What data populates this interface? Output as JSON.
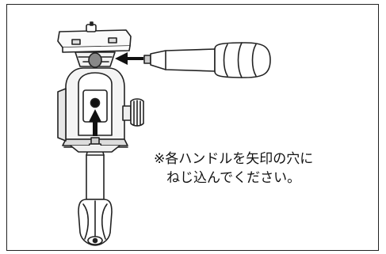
{
  "instruction": {
    "line1": "※各ハンドルを矢印の穴に",
    "line2": "ねじ込んでください。"
  },
  "illustration": {
    "subject": "camera-tripod-head-with-handles",
    "arrows": [
      "arrow-left-into-side-hole",
      "arrow-up-into-front-hole"
    ]
  }
}
